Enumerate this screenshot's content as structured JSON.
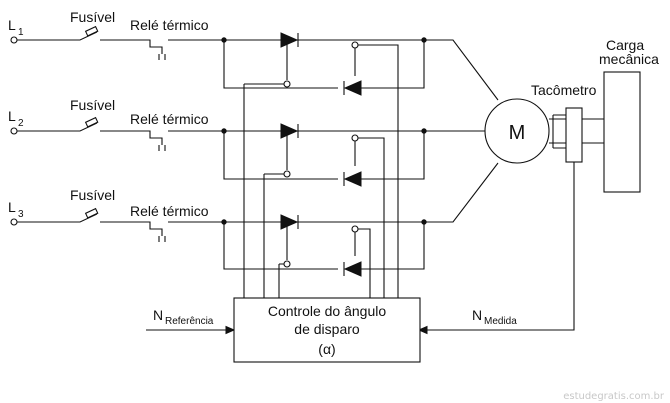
{
  "lines": [
    {
      "letter": "L",
      "sub": "1"
    },
    {
      "letter": "L",
      "sub": "2"
    },
    {
      "letter": "L",
      "sub": "3"
    }
  ],
  "fuse_label": "Fusível",
  "relay_label": "Relé térmico",
  "motor_label": "M",
  "tacho_label": "Tacômetro",
  "load_label": [
    "Carga",
    "mecânica"
  ],
  "controller": {
    "line1": "Controle do ângulo",
    "line2": "de disparo",
    "line3": "(α)"
  },
  "n_ref": {
    "main": "N",
    "sub": "Referência"
  },
  "n_med": {
    "main": "N",
    "sub": "Medida"
  },
  "watermark": "estudegratis.com.br"
}
